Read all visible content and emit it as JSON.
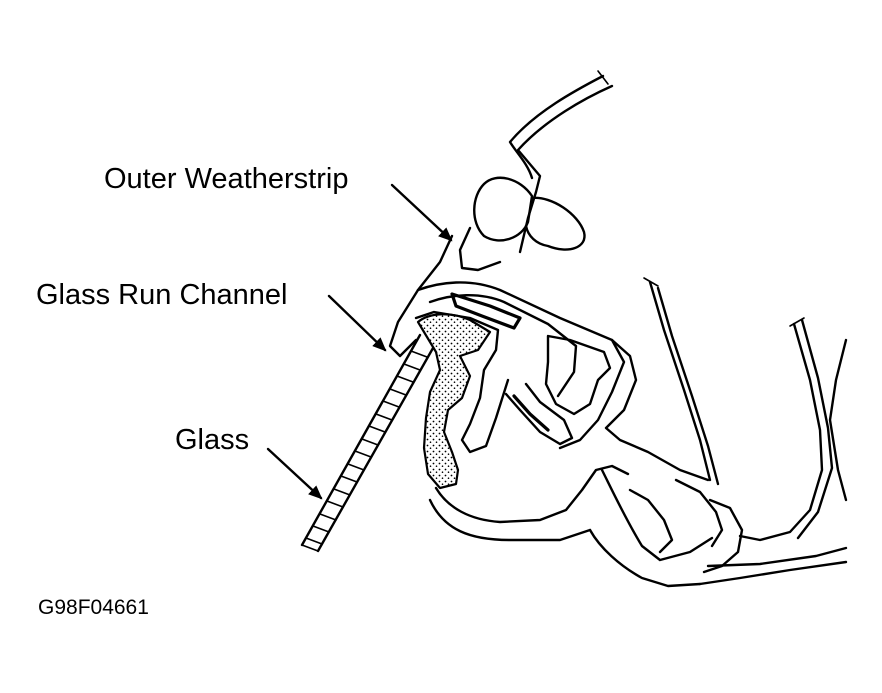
{
  "labels": {
    "outer_weatherstrip": "Outer Weatherstrip",
    "glass_run_channel": "Glass Run Channel",
    "glass": "Glass"
  },
  "figure_id": "G98F04661",
  "colors": {
    "line": "#000000",
    "background": "#ffffff",
    "stipple": "#000000"
  }
}
